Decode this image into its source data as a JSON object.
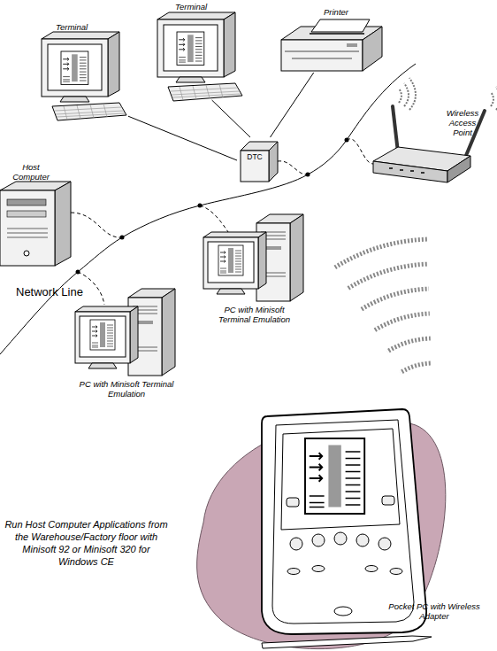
{
  "diagram": {
    "caption": "Run Host Computer Applications from the Warehouse/Factory floor with Minisoft 92 or Minisoft 320 for Windows CE",
    "nodes": [
      {
        "text": [
          "Terminal"
        ]
      },
      {
        "text": [
          "Terminal"
        ]
      },
      {
        "text": [
          "Printer"
        ]
      },
      {
        "text": [
          "DTC"
        ]
      },
      {
        "text": [
          "Wireless Access Point"
        ]
      },
      {
        "text": [
          "Host Computer"
        ]
      },
      {
        "text": [
          "PC with Minisoft Terminal Emulation"
        ]
      },
      {
        "text": [
          "PC with Minisoft Terminal Emulation"
        ]
      },
      {
        "text": [
          "Pocket PC with Wireless Adapter"
        ]
      }
    ],
    "edges": [
      {
        "from": 0,
        "to": 3,
        "arrow": "none"
      },
      {
        "from": 1,
        "to": 3,
        "arrow": "none"
      },
      {
        "from": 2,
        "to": 3,
        "arrow": "none"
      }
    ],
    "labels": [
      "Network Line"
    ]
  }
}
